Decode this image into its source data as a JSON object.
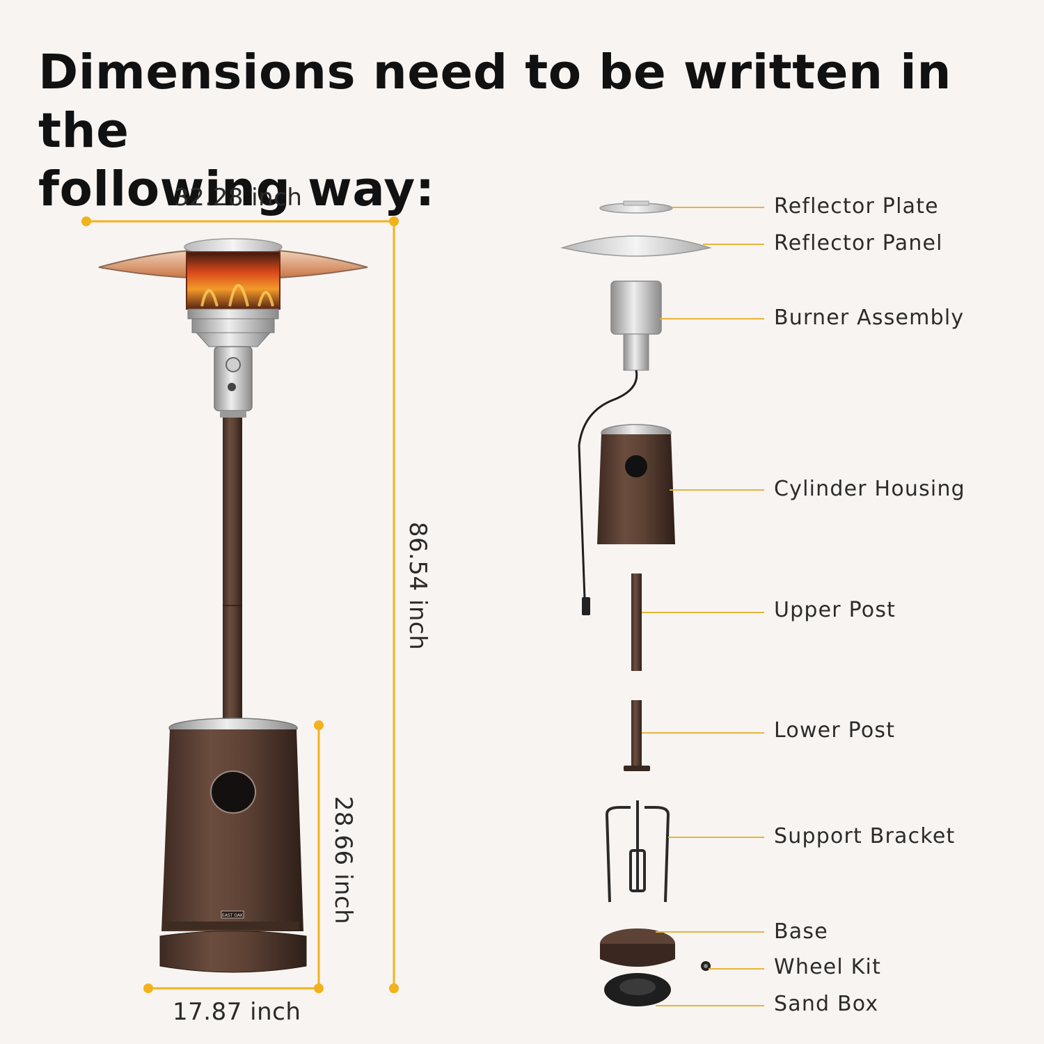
{
  "title": {
    "line1": "Dimensions need to be written in the",
    "line2": "following way:"
  },
  "dimensions": {
    "top_width": "32.28 inch",
    "total_height": "86.54 inch",
    "base_height": "28.66 inch",
    "base_width": "17.87 inch"
  },
  "brand_badge": "EAST OAK",
  "parts": [
    "Reflector Plate",
    "Reflector Panel",
    "Burner Assembly",
    "Cylinder Housing",
    "Upper Post",
    "Lower Post",
    "Support Bracket",
    "Base",
    "Wheel Kit",
    "Sand Box"
  ],
  "colors": {
    "background": "#f8f4f1",
    "dimension_line": "#f2b21c",
    "body_bronze": "#5a3f33",
    "steel": "#c9c9c9",
    "flame": "#e8631a"
  }
}
